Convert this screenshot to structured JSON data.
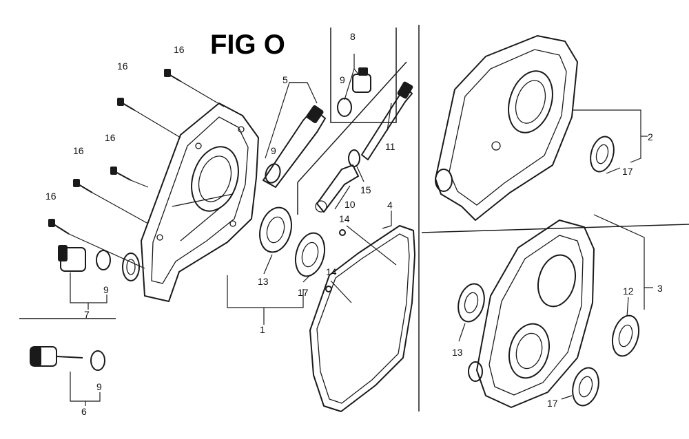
{
  "title": "FIG O",
  "callouts": {
    "c1": "1",
    "c2": "2",
    "c3": "3",
    "c4": "4",
    "c5": "5",
    "c6": "6",
    "c7": "7",
    "c8": "8",
    "c9a": "9",
    "c9b": "9",
    "c9c": "9",
    "c9d": "9",
    "c10": "10",
    "c11": "11",
    "c12": "12",
    "c13a": "13",
    "c13b": "13",
    "c14a": "14",
    "c14b": "14",
    "c15": "15",
    "c16a": "16",
    "c16b": "16",
    "c16c": "16",
    "c16d": "16",
    "c16e": "16",
    "c17a": "17",
    "c17b": "17",
    "c17c": "17"
  },
  "colors": {
    "ink": "#1a1a1a",
    "background": "#ffffff"
  }
}
